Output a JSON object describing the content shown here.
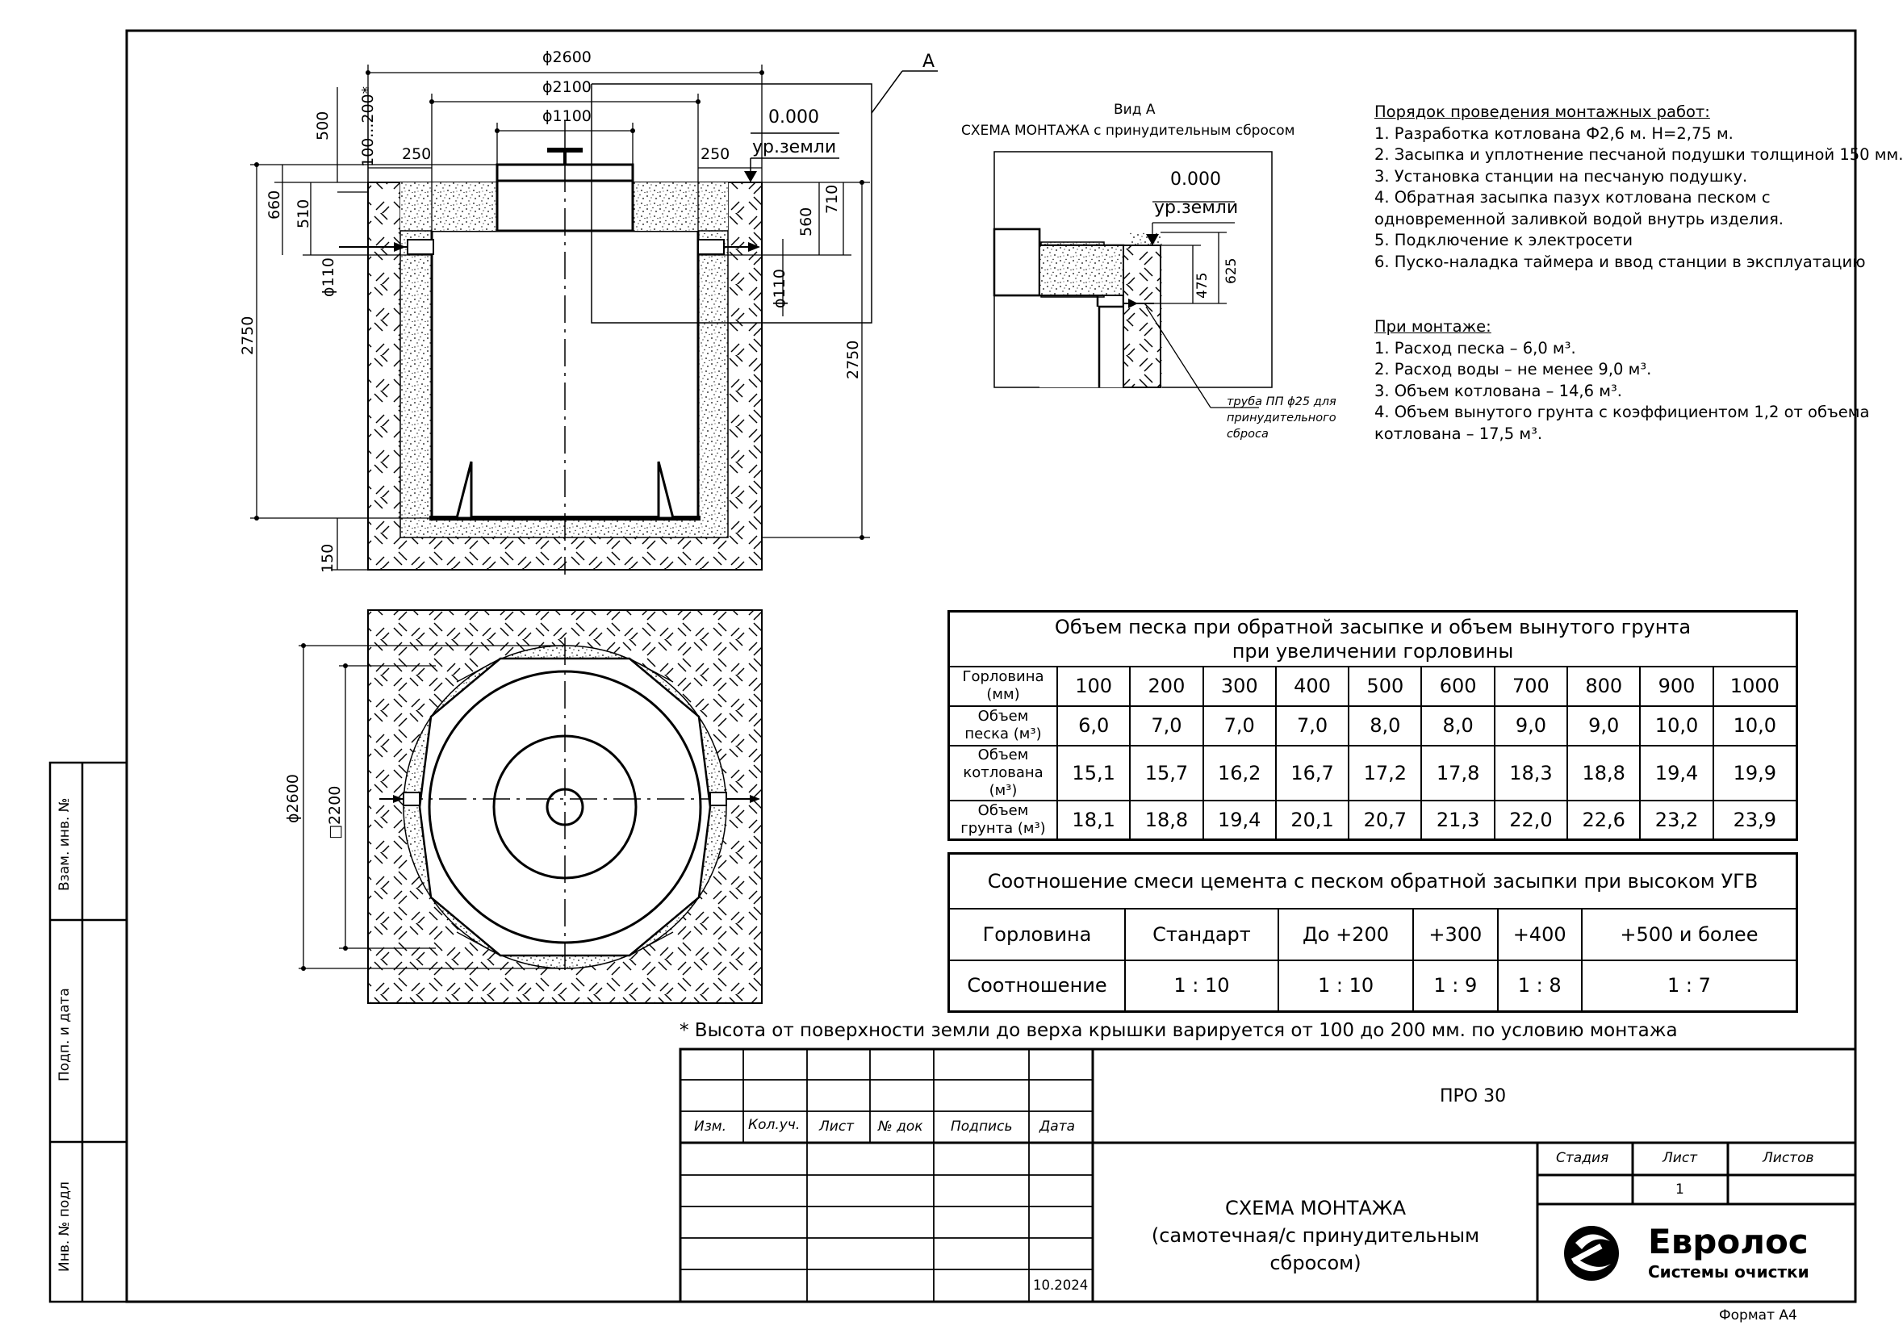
{
  "elevation": {
    "value": "0.000",
    "label": "ур.земли"
  },
  "section_dims": {
    "d_outer": "ϕ2600",
    "d_body": "ϕ2100",
    "d_neck": "ϕ1100",
    "side_left": "250",
    "side_right": "250",
    "top_500": "500",
    "top_range": "100...200*",
    "h_660": "660",
    "h_510": "510",
    "h_560": "560",
    "h_710": "710",
    "pipe_left": "ϕ110",
    "pipe_right": "ϕ110",
    "h_total_left": "2750",
    "h_total_right": "2750",
    "h_bottom": "150",
    "view_marker": "А"
  },
  "plan_dims": {
    "d_outer": "ϕ2600",
    "square": "□2200"
  },
  "view_a": {
    "title1": "Вид А",
    "title2": "СХЕМА МОНТАЖА с принудительным сбросом",
    "elev_value": "0.000",
    "elev_label": "ур.земли",
    "dim_475": "475",
    "dim_625": "625",
    "pipe_note": [
      "труба ПП ϕ25 для",
      "принудительного",
      "сброса"
    ]
  },
  "install_order": {
    "title": "Порядок проведения монтажных работ:",
    "items": [
      "1. Разработка котлована Ф2,6 м. Н=2,75 м.",
      "2. Засыпка и уплотнение песчаной подушки толщиной 150 мм.",
      "3. Установка станции на песчаную подушку.",
      "4. Обратная засыпка пазух котлована песком с",
      "одновременной заливкой водой внутрь изделия.",
      "5. Подключение к электросети",
      "6. Пуско-наладка таймера и ввод станции в эксплуатацию"
    ]
  },
  "during_install": {
    "title": "При монтаже:",
    "items": [
      "1. Расход песка – 6,0 м³.",
      "2. Расход воды – не менее 9,0 м³.",
      "3. Объем котлована – 14,6 м³.",
      "4. Объем вынутого грунта с коэффициентом 1,2 от объема",
      "котлована – 17,5 м³."
    ]
  },
  "volume_table": {
    "title1": "Объем песка при обратной засыпке и объем вынутого грунта",
    "title2": "при увеличении горловины",
    "rows": [
      {
        "label": [
          "Горловина",
          "(мм)"
        ],
        "values": [
          "100",
          "200",
          "300",
          "400",
          "500",
          "600",
          "700",
          "800",
          "900",
          "1000"
        ]
      },
      {
        "label": [
          "Объем",
          "песка (м³)"
        ],
        "values": [
          "6,0",
          "7,0",
          "7,0",
          "7,0",
          "8,0",
          "8,0",
          "9,0",
          "9,0",
          "10,0",
          "10,0"
        ]
      },
      {
        "label": [
          "Объем",
          "котлована (м³)"
        ],
        "values": [
          "15,1",
          "15,7",
          "16,2",
          "16,7",
          "17,2",
          "17,8",
          "18,3",
          "18,8",
          "19,4",
          "19,9"
        ]
      },
      {
        "label": [
          "Объем",
          "грунта (м³)"
        ],
        "values": [
          "18,1",
          "18,8",
          "19,4",
          "20,1",
          "20,7",
          "21,3",
          "22,0",
          "22,6",
          "23,2",
          "23,9"
        ]
      }
    ]
  },
  "cement_table": {
    "title": "Соотношение смеси цемента с песком обратной засыпки при высоком УГВ",
    "header": [
      "Горловина",
      "Стандарт",
      "До +200",
      "+300",
      "+400",
      "+500 и более"
    ],
    "row": [
      "Соотношение",
      "1 : 10",
      "1 : 10",
      "1 : 9",
      "1 : 8",
      "1 : 7"
    ]
  },
  "footnote": "* Высота от поверхности земли до верха крышки варируется от 100 до 200 мм. по условию монтажа",
  "title_block": {
    "cols": [
      "Изм.",
      "Кол.уч.",
      "Лист",
      "№ док",
      "Подпись",
      "Дата"
    ],
    "date": "10.2024",
    "code": "ПРО 30",
    "name1": "СХЕМА МОНТАЖА",
    "name2": "(самотечная/с принудительным сбросом)",
    "stage": "Стадия",
    "sheet": "Лист",
    "sheets": "Листов",
    "sheet_no": "1",
    "logo_name": "Евролос",
    "logo_sub": "Системы очистки"
  },
  "side_stamps": [
    "Взам. инв. №",
    "Подп. и дата",
    "Инв. № подл"
  ],
  "format": "Формат А4"
}
